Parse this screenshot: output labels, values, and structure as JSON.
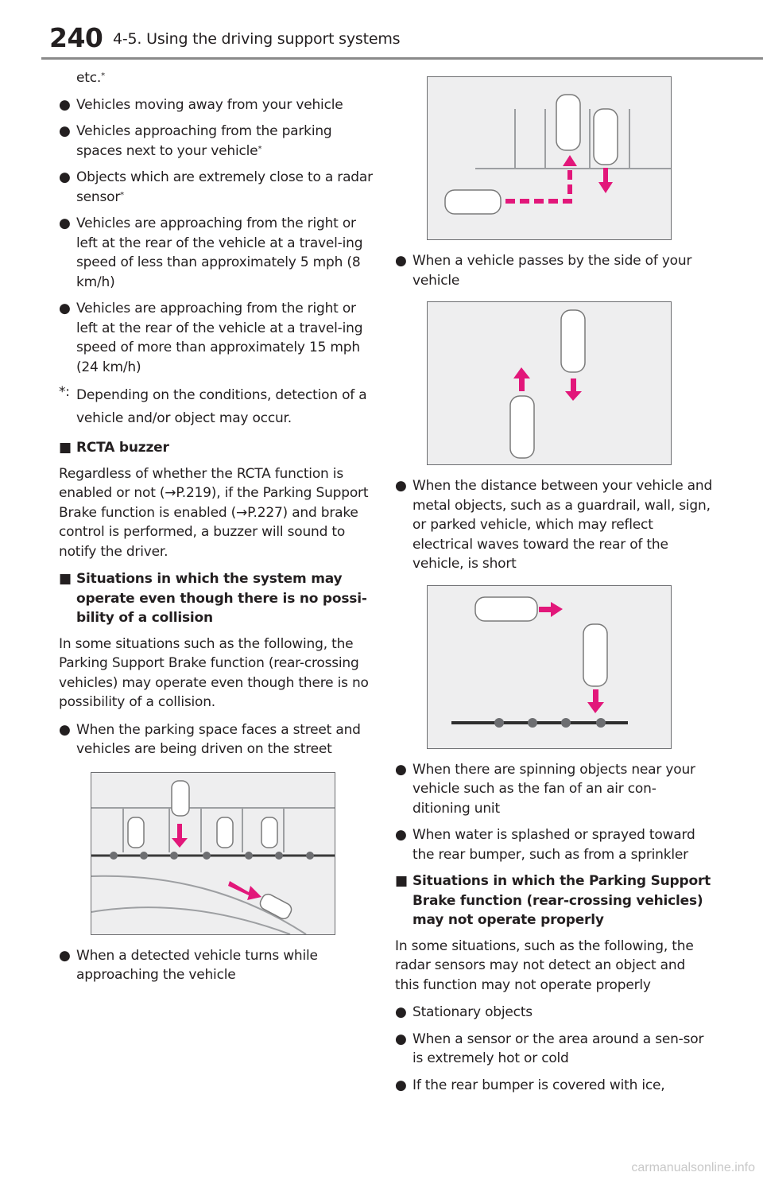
{
  "header": {
    "page_number": "240",
    "section_title": "4-5. Using the driving support systems"
  },
  "left": {
    "etc": "etc.",
    "bullets_top": [
      {
        "text": "Vehicles moving away from your vehicle",
        "star": false
      },
      {
        "text": "Vehicles approaching from the parking spaces next to your vehicle",
        "star": true
      },
      {
        "text": "Objects which are extremely close to a radar sensor",
        "star": true
      },
      {
        "text": "Vehicles are approaching from the right or left at the rear of the vehicle at a travel-ing speed of less than approximately 5 mph (8 km/h)",
        "star": false
      },
      {
        "text": "Vehicles are approaching from the right or left at the rear of the vehicle at a travel-ing speed of more than approximately 15 mph (24 km/h)",
        "star": false
      }
    ],
    "footnote_mark": "*:",
    "footnote": "Depending on the conditions, detection of a vehicle and/or object may occur.",
    "heading_rcta": "RCTA buzzer",
    "para_rcta": "Regardless of whether the RCTA function is enabled or not (→P.219), if the Parking Support Brake function is enabled (→P.227) and brake control is performed, a buzzer will sound to notify the driver.",
    "heading_situations": "Situations in which the system may operate even though there is no possi-bility of a collision",
    "para_situations": "In some situations such as the following, the Parking Support Brake function (rear-crossing vehicles) may operate even though there is no possibility of a collision.",
    "bullet_street": "When the parking space faces a street and vehicles are being driven on the street",
    "bullet_turns": "When a detected vehicle turns while approaching the vehicle"
  },
  "right": {
    "bullet_passes": "When a vehicle passes by the side of your vehicle",
    "bullet_distance": "When the distance between your vehicle and metal objects, such as a guardrail, wall, sign, or parked vehicle, which may reflect electrical waves toward the rear of the vehicle, is short",
    "bullet_spinning": "When there are spinning objects near your vehicle such as the fan of an air con-ditioning unit",
    "bullet_water": "When water is splashed or sprayed toward the rear bumper, such as from a sprinkler",
    "heading_not_operate": "Situations in which the Parking Support Brake function (rear-crossing vehicles) may not operate properly",
    "para_not_operate": "In some situations, such as the following, the radar sensors may not detect an object and this function may not operate properly",
    "bullet_stationary": "Stationary objects",
    "bullet_hot_cold": "When a sensor or the area around a sen-sor is extremely hot or cold",
    "bullet_ice": "If the rear bumper is covered with ice,"
  },
  "watermark": "carmanualsonline.info",
  "colors": {
    "arrow": "#e2177a",
    "figure_bg": "#eeeeef",
    "rule": "#8a8a8a"
  }
}
